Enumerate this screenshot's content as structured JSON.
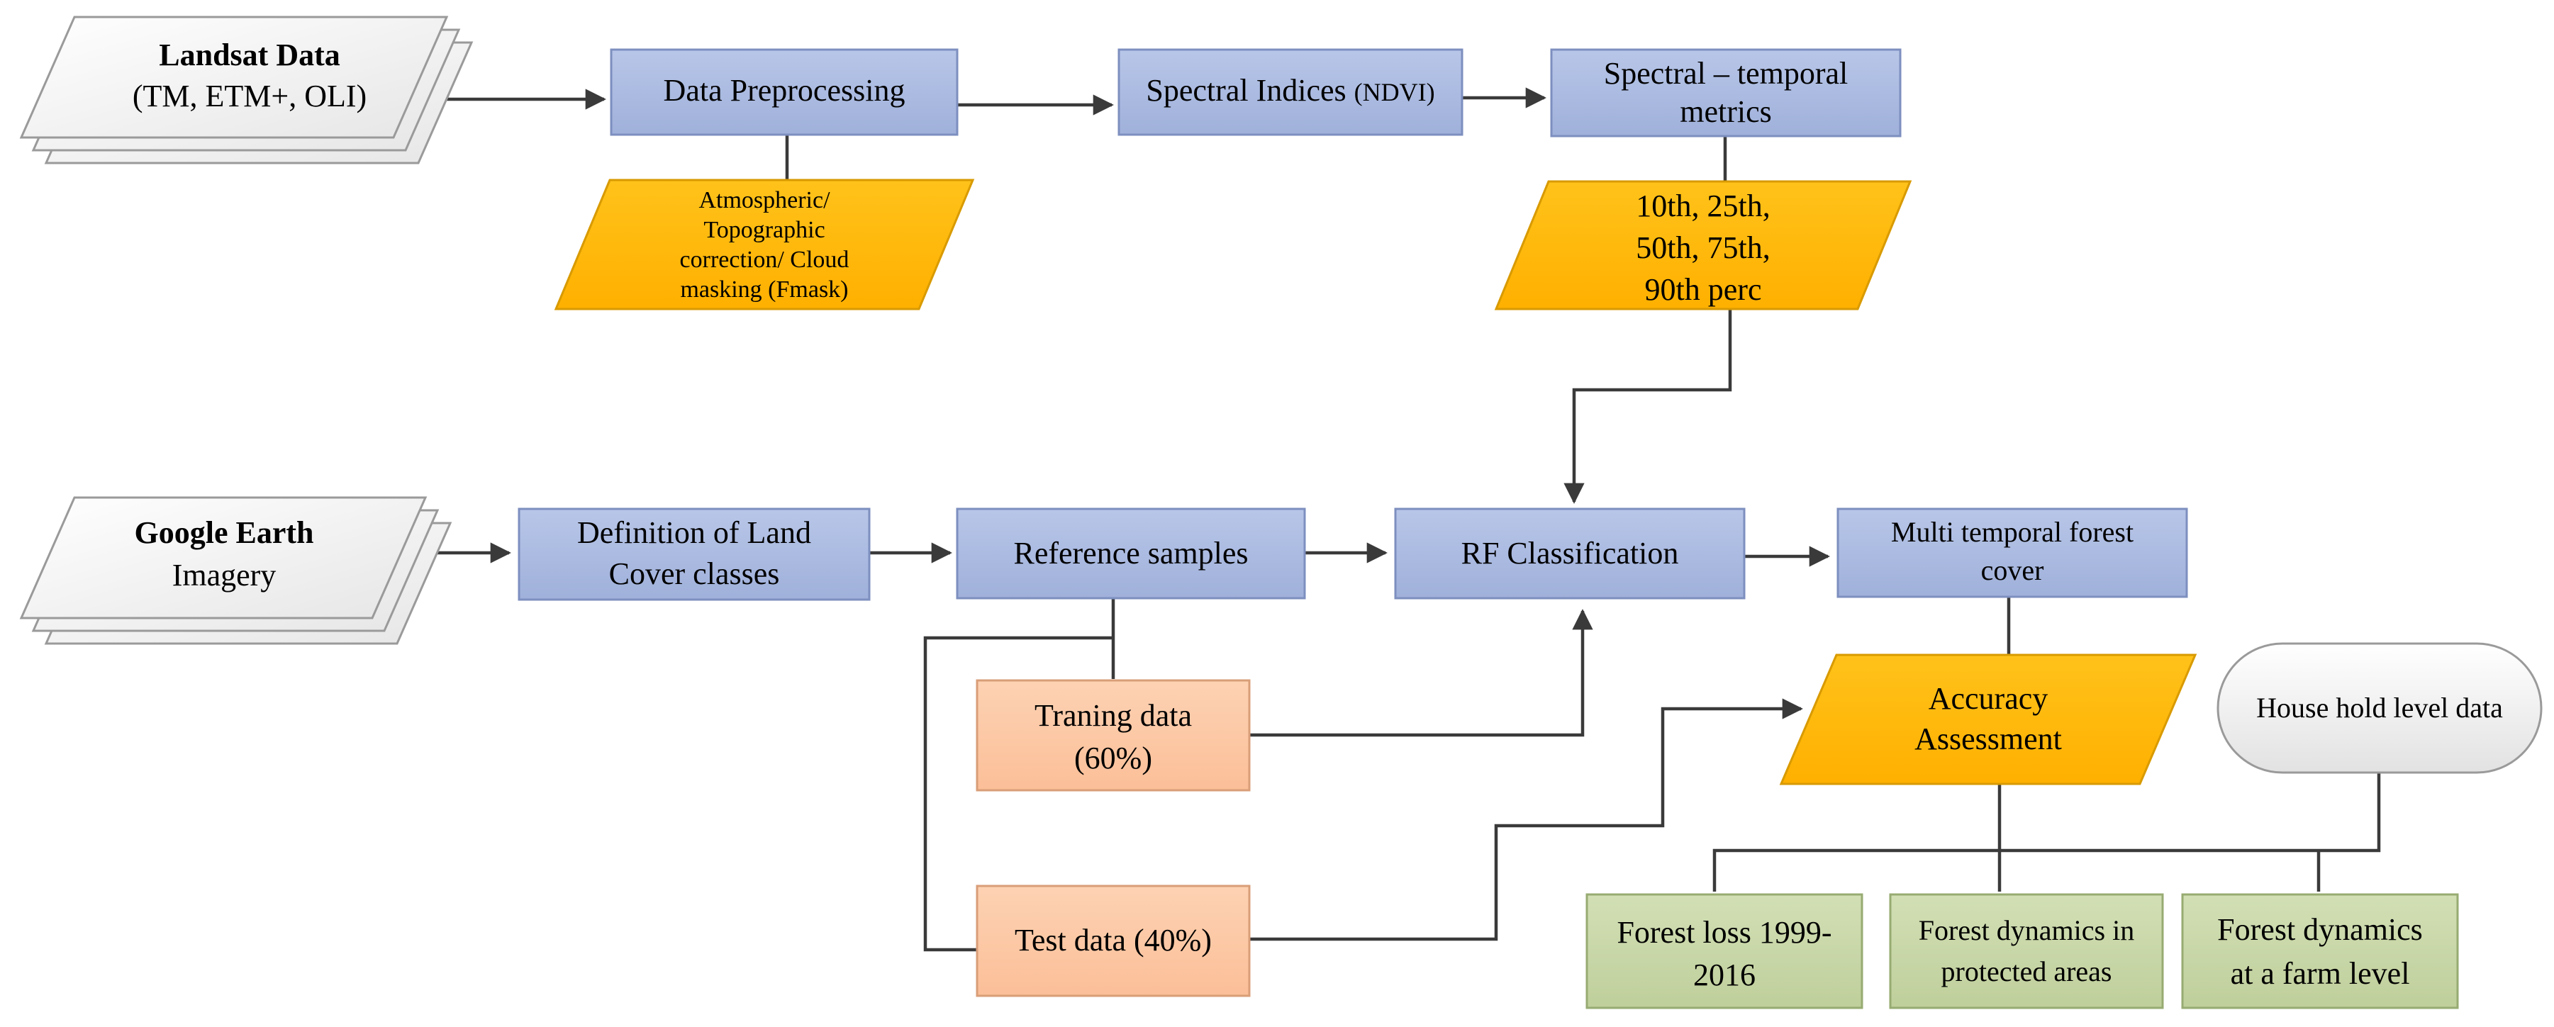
{
  "nodes": {
    "landsat": {
      "title": "Landsat Data",
      "subtitle": "(TM, ETM+, OLI)"
    },
    "preprocess": {
      "label": "Data Preprocessing"
    },
    "atmos": {
      "lines": [
        "Atmospheric/",
        "Topographic",
        "correction/ Cloud",
        "masking (Fmask)"
      ]
    },
    "indices": {
      "label": "Spectral Indices",
      "label_suffix": "(NDVI)"
    },
    "metrics": {
      "lines": [
        "Spectral – temporal",
        "metrics"
      ]
    },
    "percentiles": {
      "lines": [
        "10th, 25th,",
        "50th, 75th,",
        "90th perc"
      ]
    },
    "google": {
      "title": "Google Earth",
      "subtitle": "Imagery"
    },
    "landcover": {
      "lines": [
        "Definition of Land",
        "Cover classes"
      ]
    },
    "reference": {
      "label": "Reference samples"
    },
    "rf": {
      "label": "RF Classification"
    },
    "multitemporal": {
      "lines": [
        "Multi temporal forest",
        "cover"
      ]
    },
    "training": {
      "lines": [
        "Traning data",
        "(60%)"
      ]
    },
    "test": {
      "label": "Test data (40%)"
    },
    "accuracy": {
      "lines": [
        "Accuracy",
        "Assessment"
      ]
    },
    "household": {
      "label": "House hold level data"
    },
    "loss": {
      "lines": [
        "Forest loss 1999-",
        "2016"
      ]
    },
    "protected": {
      "lines": [
        "Forest dynamics in",
        "protected areas"
      ]
    },
    "farm": {
      "lines": [
        "Forest dynamics",
        "at a farm level"
      ]
    }
  },
  "colors": {
    "process_fill": "#a9b9e0",
    "process_stroke": "#7d8fbf",
    "data_fill": "#ffbd14",
    "data_stroke": "#d89a00",
    "sample_fill": "#fcc9a6",
    "sample_stroke": "#d99e78",
    "output_fill": "#c8d7a8",
    "output_stroke": "#97ab72",
    "doc_fill": "#f4f4f4",
    "doc_stroke": "#9a9a9a",
    "edge": "#3a3a3a"
  }
}
